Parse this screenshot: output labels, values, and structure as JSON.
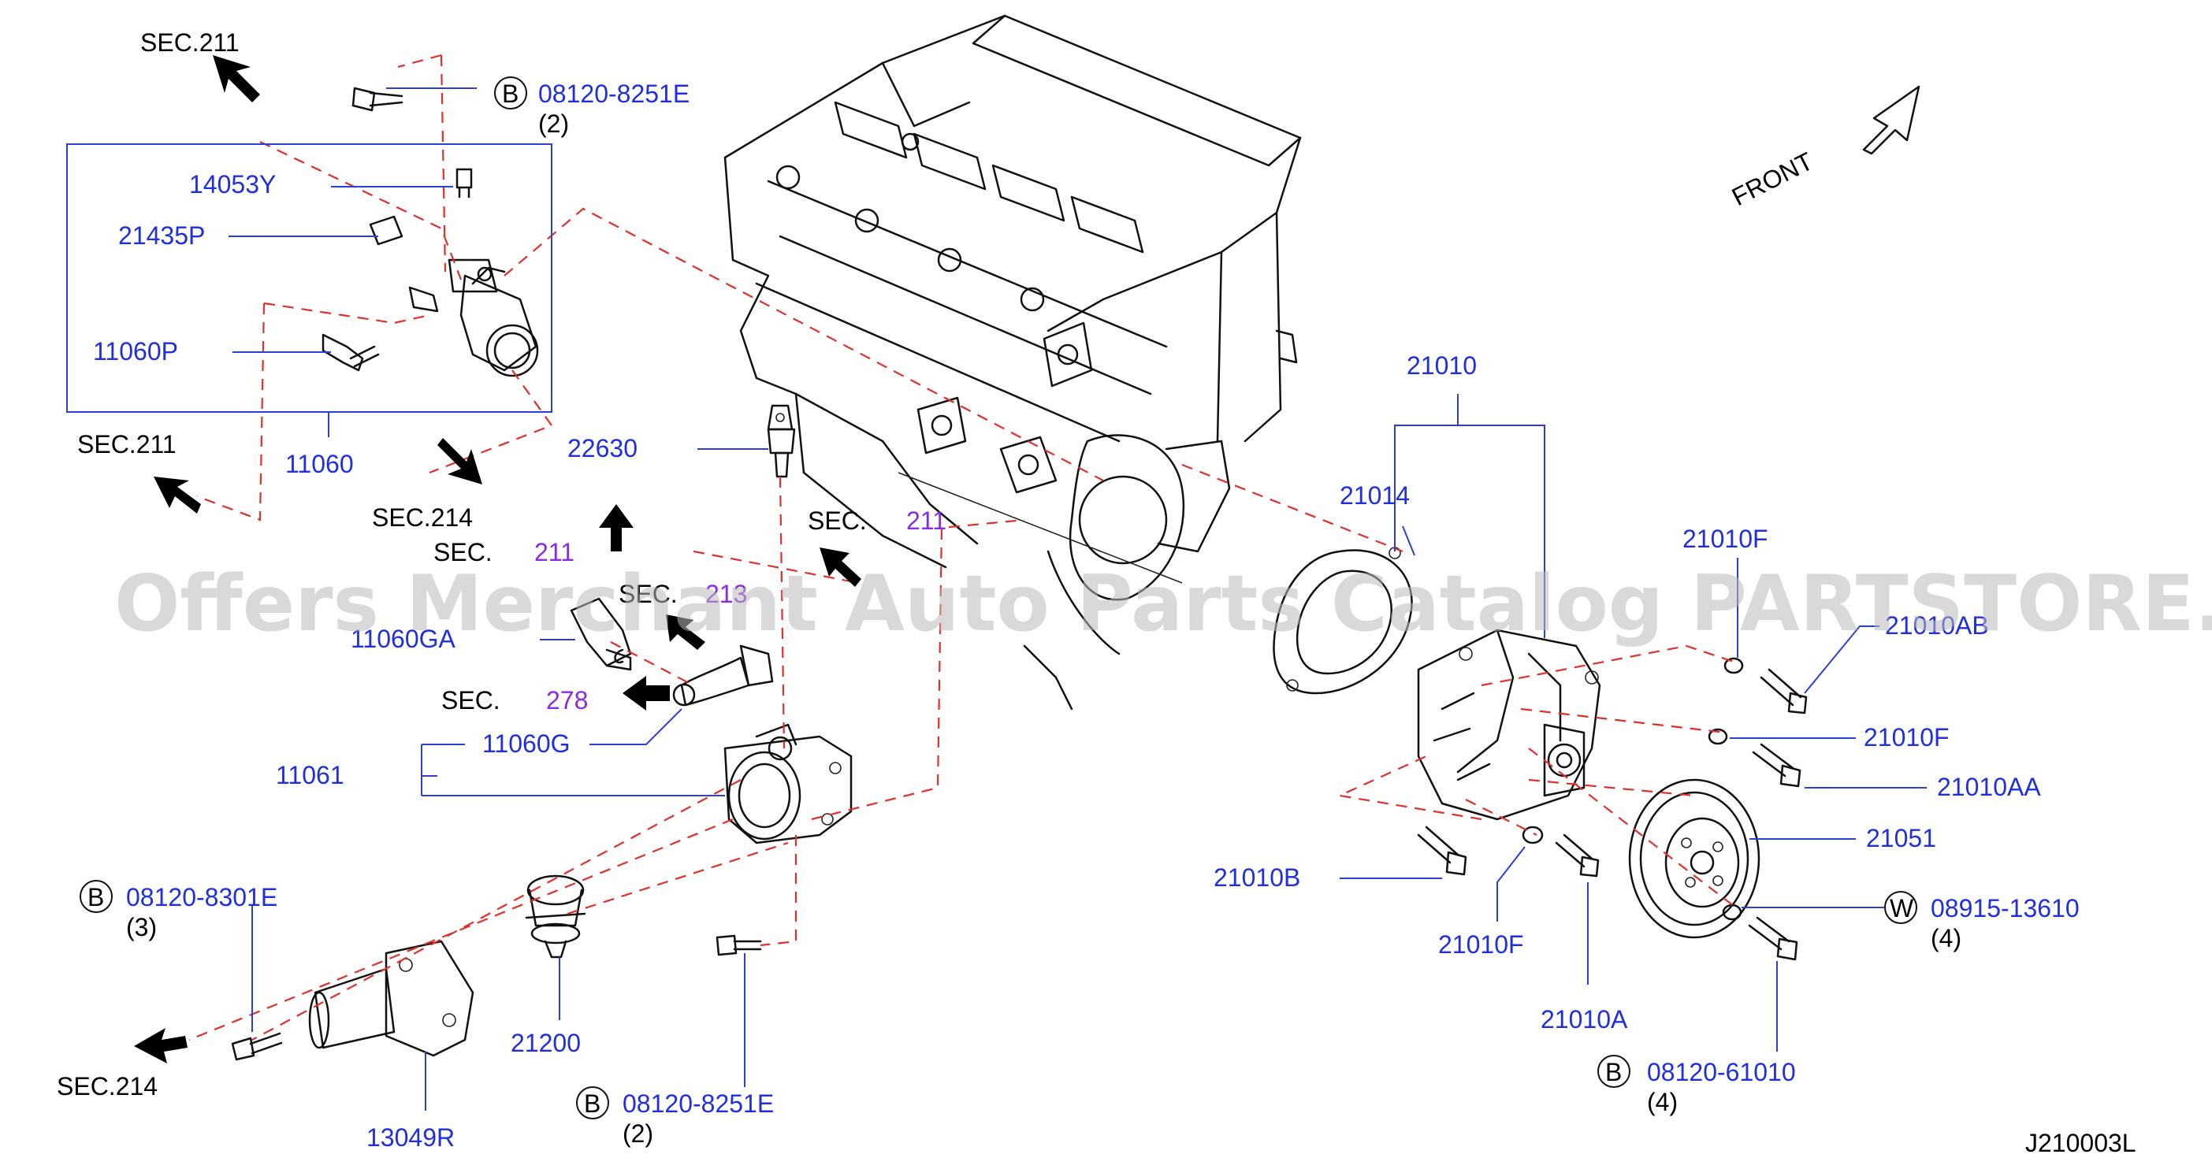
{
  "diagram_code": "J210003L",
  "front_label": "FRONT",
  "watermark": "Offers Merchant Auto Parts Catalog PARTSTORE.SA",
  "section_refs": {
    "sec211_top": "SEC.211",
    "sec211_left": "SEC.211",
    "sec214_mid": "SEC.214",
    "sec214_bottom": "SEC.214",
    "sec_a": "SEC.",
    "sec_a_num": "211",
    "sec_b": "SEC.",
    "sec_b_num": "213",
    "sec_c": "SEC.",
    "sec_c_num": "278",
    "sec_d": "SEC.",
    "sec_d_num": "211"
  },
  "parts": {
    "p14053Y": "14053Y",
    "p21435P": "21435P",
    "p11060P": "11060P",
    "p11060": "11060",
    "p22630": "22630",
    "p11060GA": "11060GA",
    "p11060G": "11060G",
    "p11061": "11061",
    "p21200": "21200",
    "p13049R": "13049R",
    "p21010": "21010",
    "p21014": "21014",
    "p21010F_top": "21010F",
    "p21010AB": "21010AB",
    "p21010F_mid": "21010F",
    "p21010AA": "21010AA",
    "p21051": "21051",
    "p21010B": "21010B",
    "p21010F_bottom": "21010F",
    "p21010A": "21010A"
  },
  "fasteners": {
    "f_top": {
      "badge": "B",
      "code": "08120-8251E",
      "qty": "(2)"
    },
    "f_left": {
      "badge": "B",
      "code": "08120-8301E",
      "qty": "(3)"
    },
    "f_bottom": {
      "badge": "B",
      "code": "08120-8251E",
      "qty": "(2)"
    },
    "f_right": {
      "badge": "B",
      "code": "08120-61010",
      "qty": "(4)"
    },
    "f_washer": {
      "badge": "W",
      "code": "08915-13610",
      "qty": "(4)"
    }
  },
  "colors": {
    "part_number": "#1f2fe0",
    "section_number": "#8a2be2",
    "phantom_line": "#e0302a",
    "line_art": "#111111"
  }
}
